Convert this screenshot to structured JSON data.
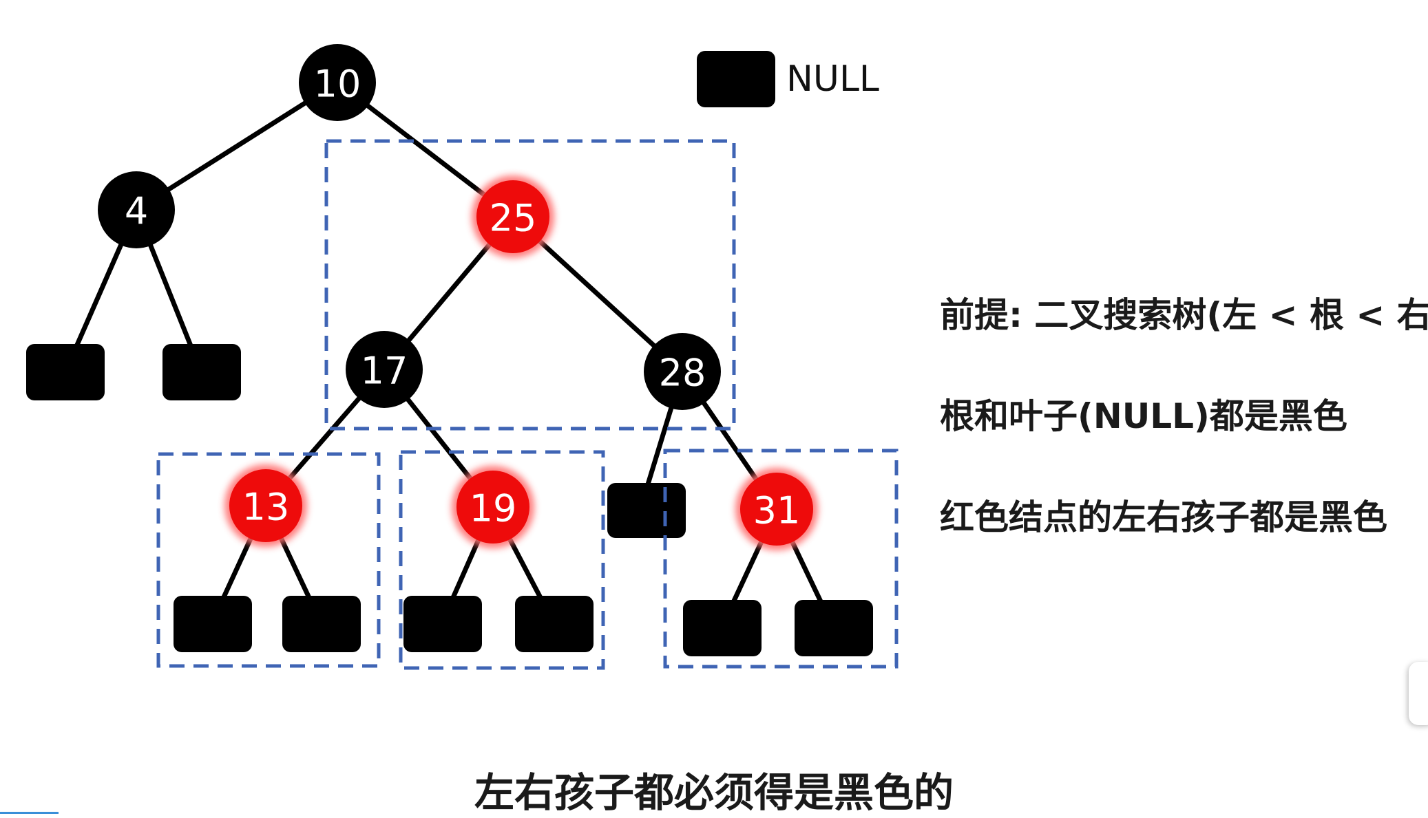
{
  "colors": {
    "black_node": "#000000",
    "red_node": "#ee0b0b",
    "dashed_box": "#3f64b4",
    "edge": "#000000"
  },
  "legend": {
    "label": "NULL"
  },
  "nodes": [
    {
      "id": "n10",
      "label": "10",
      "color": "black"
    },
    {
      "id": "n4",
      "label": "4",
      "color": "black"
    },
    {
      "id": "n25",
      "label": "25",
      "color": "red"
    },
    {
      "id": "n17",
      "label": "17",
      "color": "black"
    },
    {
      "id": "n28",
      "label": "28",
      "color": "black"
    },
    {
      "id": "n13",
      "label": "13",
      "color": "red"
    },
    {
      "id": "n19",
      "label": "19",
      "color": "red"
    },
    {
      "id": "n31",
      "label": "31",
      "color": "red"
    }
  ],
  "rules": [
    "前提: 二叉搜索树(左 < 根 < 右)",
    "根和叶子(NULL)都是黑色",
    "红色结点的左右孩子都是黑色"
  ],
  "caption": "左右孩子都必须得是黑色的"
}
